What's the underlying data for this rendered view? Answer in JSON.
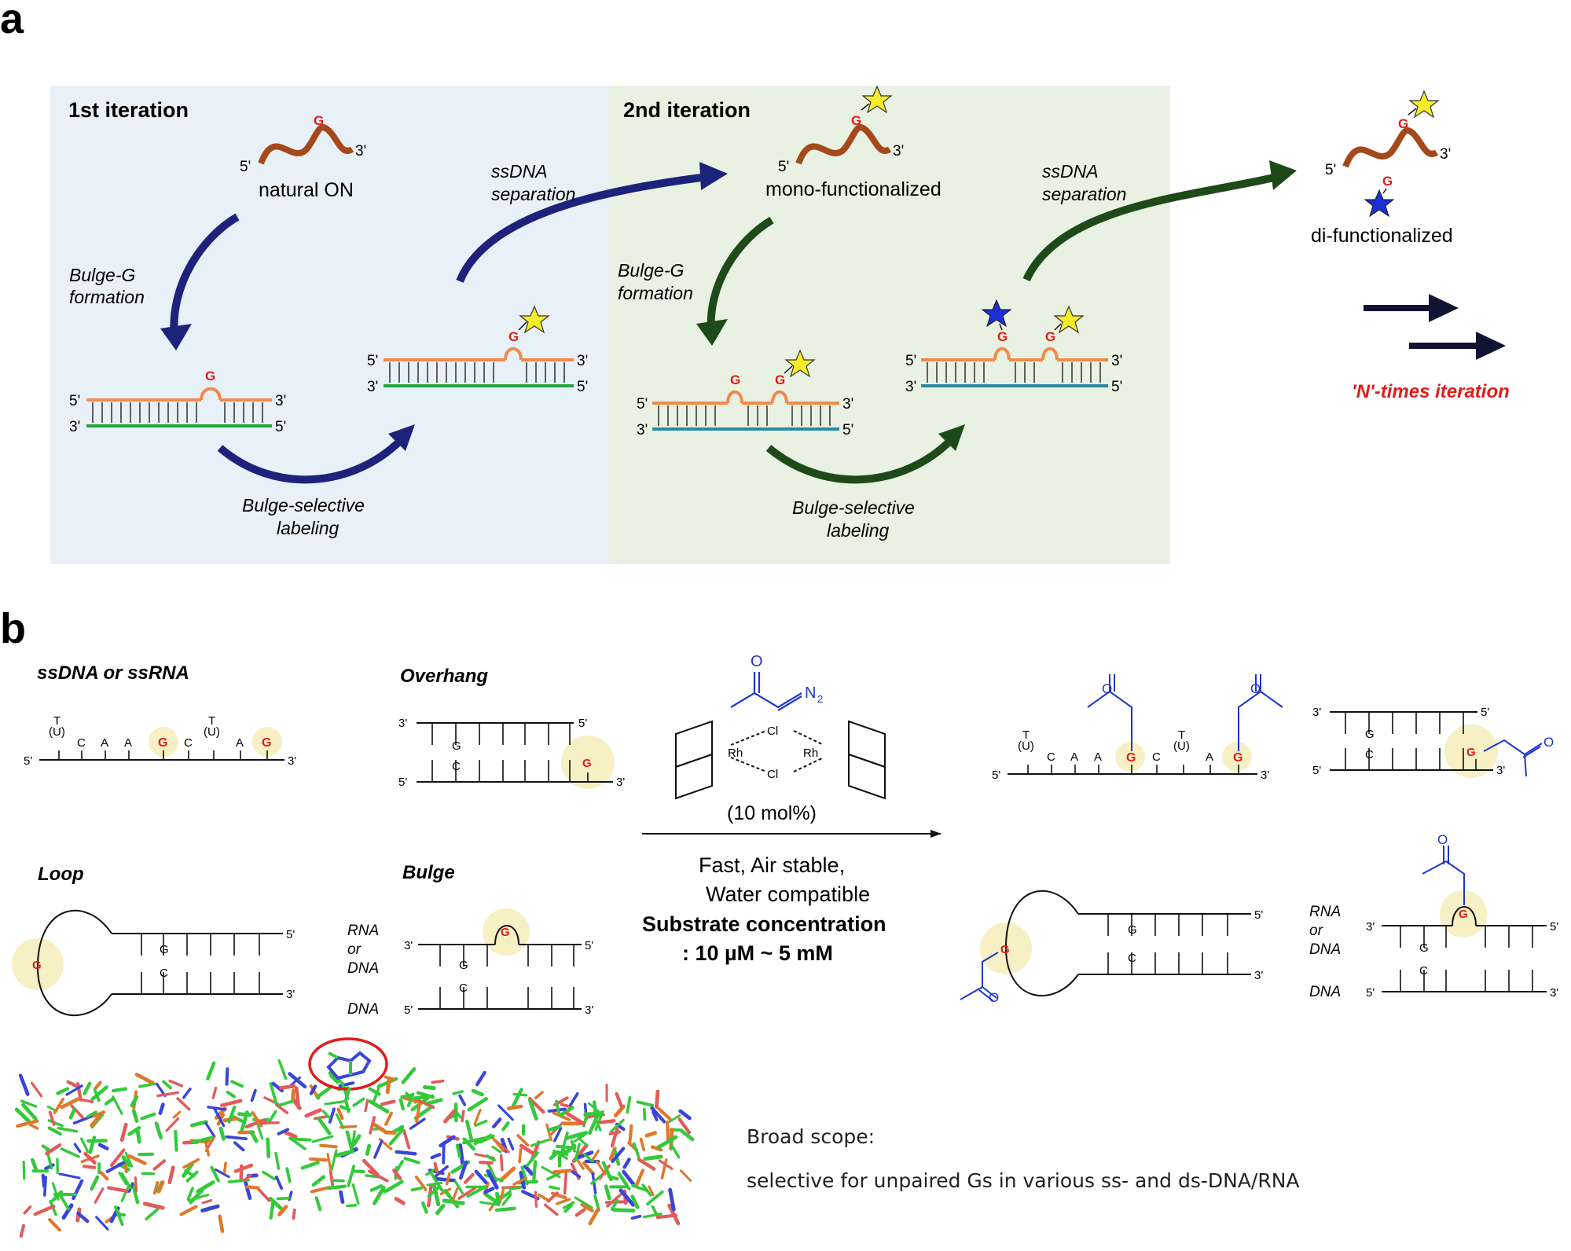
{
  "panel_a": {
    "label": "a",
    "iter1_title": "1st iteration",
    "iter2_title": "2nd iteration",
    "natural_on": "natural ON",
    "mono": "mono-functionalized",
    "di": "di-functionalized",
    "bulge_formation_1": "Bulge-G",
    "bulge_formation_2": "formation",
    "labeling_1": "Bulge-selective",
    "labeling_2": "labeling",
    "separation_1": "ssDNA",
    "separation_2": "separation",
    "n_times": "'N'-times iteration",
    "end5": "5'",
    "end3": "3'",
    "g": "G",
    "colors": {
      "panel1_bg": "#e8f0f8",
      "panel2_bg": "#e9f1e2",
      "arrow_blue": "#1d237a",
      "arrow_green": "#1e4a1a",
      "strand_top": "#f08a4b",
      "strand_green": "#25a33a",
      "strand_teal": "#2a8aa3",
      "on_brown": "#a5481a",
      "g_red": "#e11b1b",
      "star_yellow": "#f6ec2a",
      "star_blue": "#1d2fd6",
      "navy": "#0f1433"
    }
  },
  "panel_b": {
    "label": "b",
    "ssdna": "ssDNA or ssRNA",
    "overhang": "Overhang",
    "loop": "Loop",
    "bulge": "Bulge",
    "rna": "RNA",
    "or": "or",
    "dna": "DNA",
    "bases_ss": [
      "C",
      "A",
      "A",
      "G",
      "C",
      "A",
      "G"
    ],
    "t": "T",
    "u": "(U)",
    "c": "C",
    "o": "O",
    "n2": "N",
    "n2_sub": "2",
    "rh": "Rh",
    "cl": "Cl",
    "mol": "(10 mol%)",
    "cond1": "Fast, Air stable,",
    "cond2": "Water compatible",
    "cond3": "Substrate concentration",
    "cond4": ": 10 µM ~ 5 mM",
    "note1": "Broad scope:",
    "note2": "selective for unpaired Gs in various ss- and ds-DNA/RNA",
    "colors": {
      "reagent_blue": "#1f35d1",
      "highlight": "#f7f0c4",
      "carbon": "#33c93a",
      "phosphorus": "#e0782a",
      "oxygen": "#e25a5a",
      "nitrogen": "#3a45d8"
    }
  }
}
